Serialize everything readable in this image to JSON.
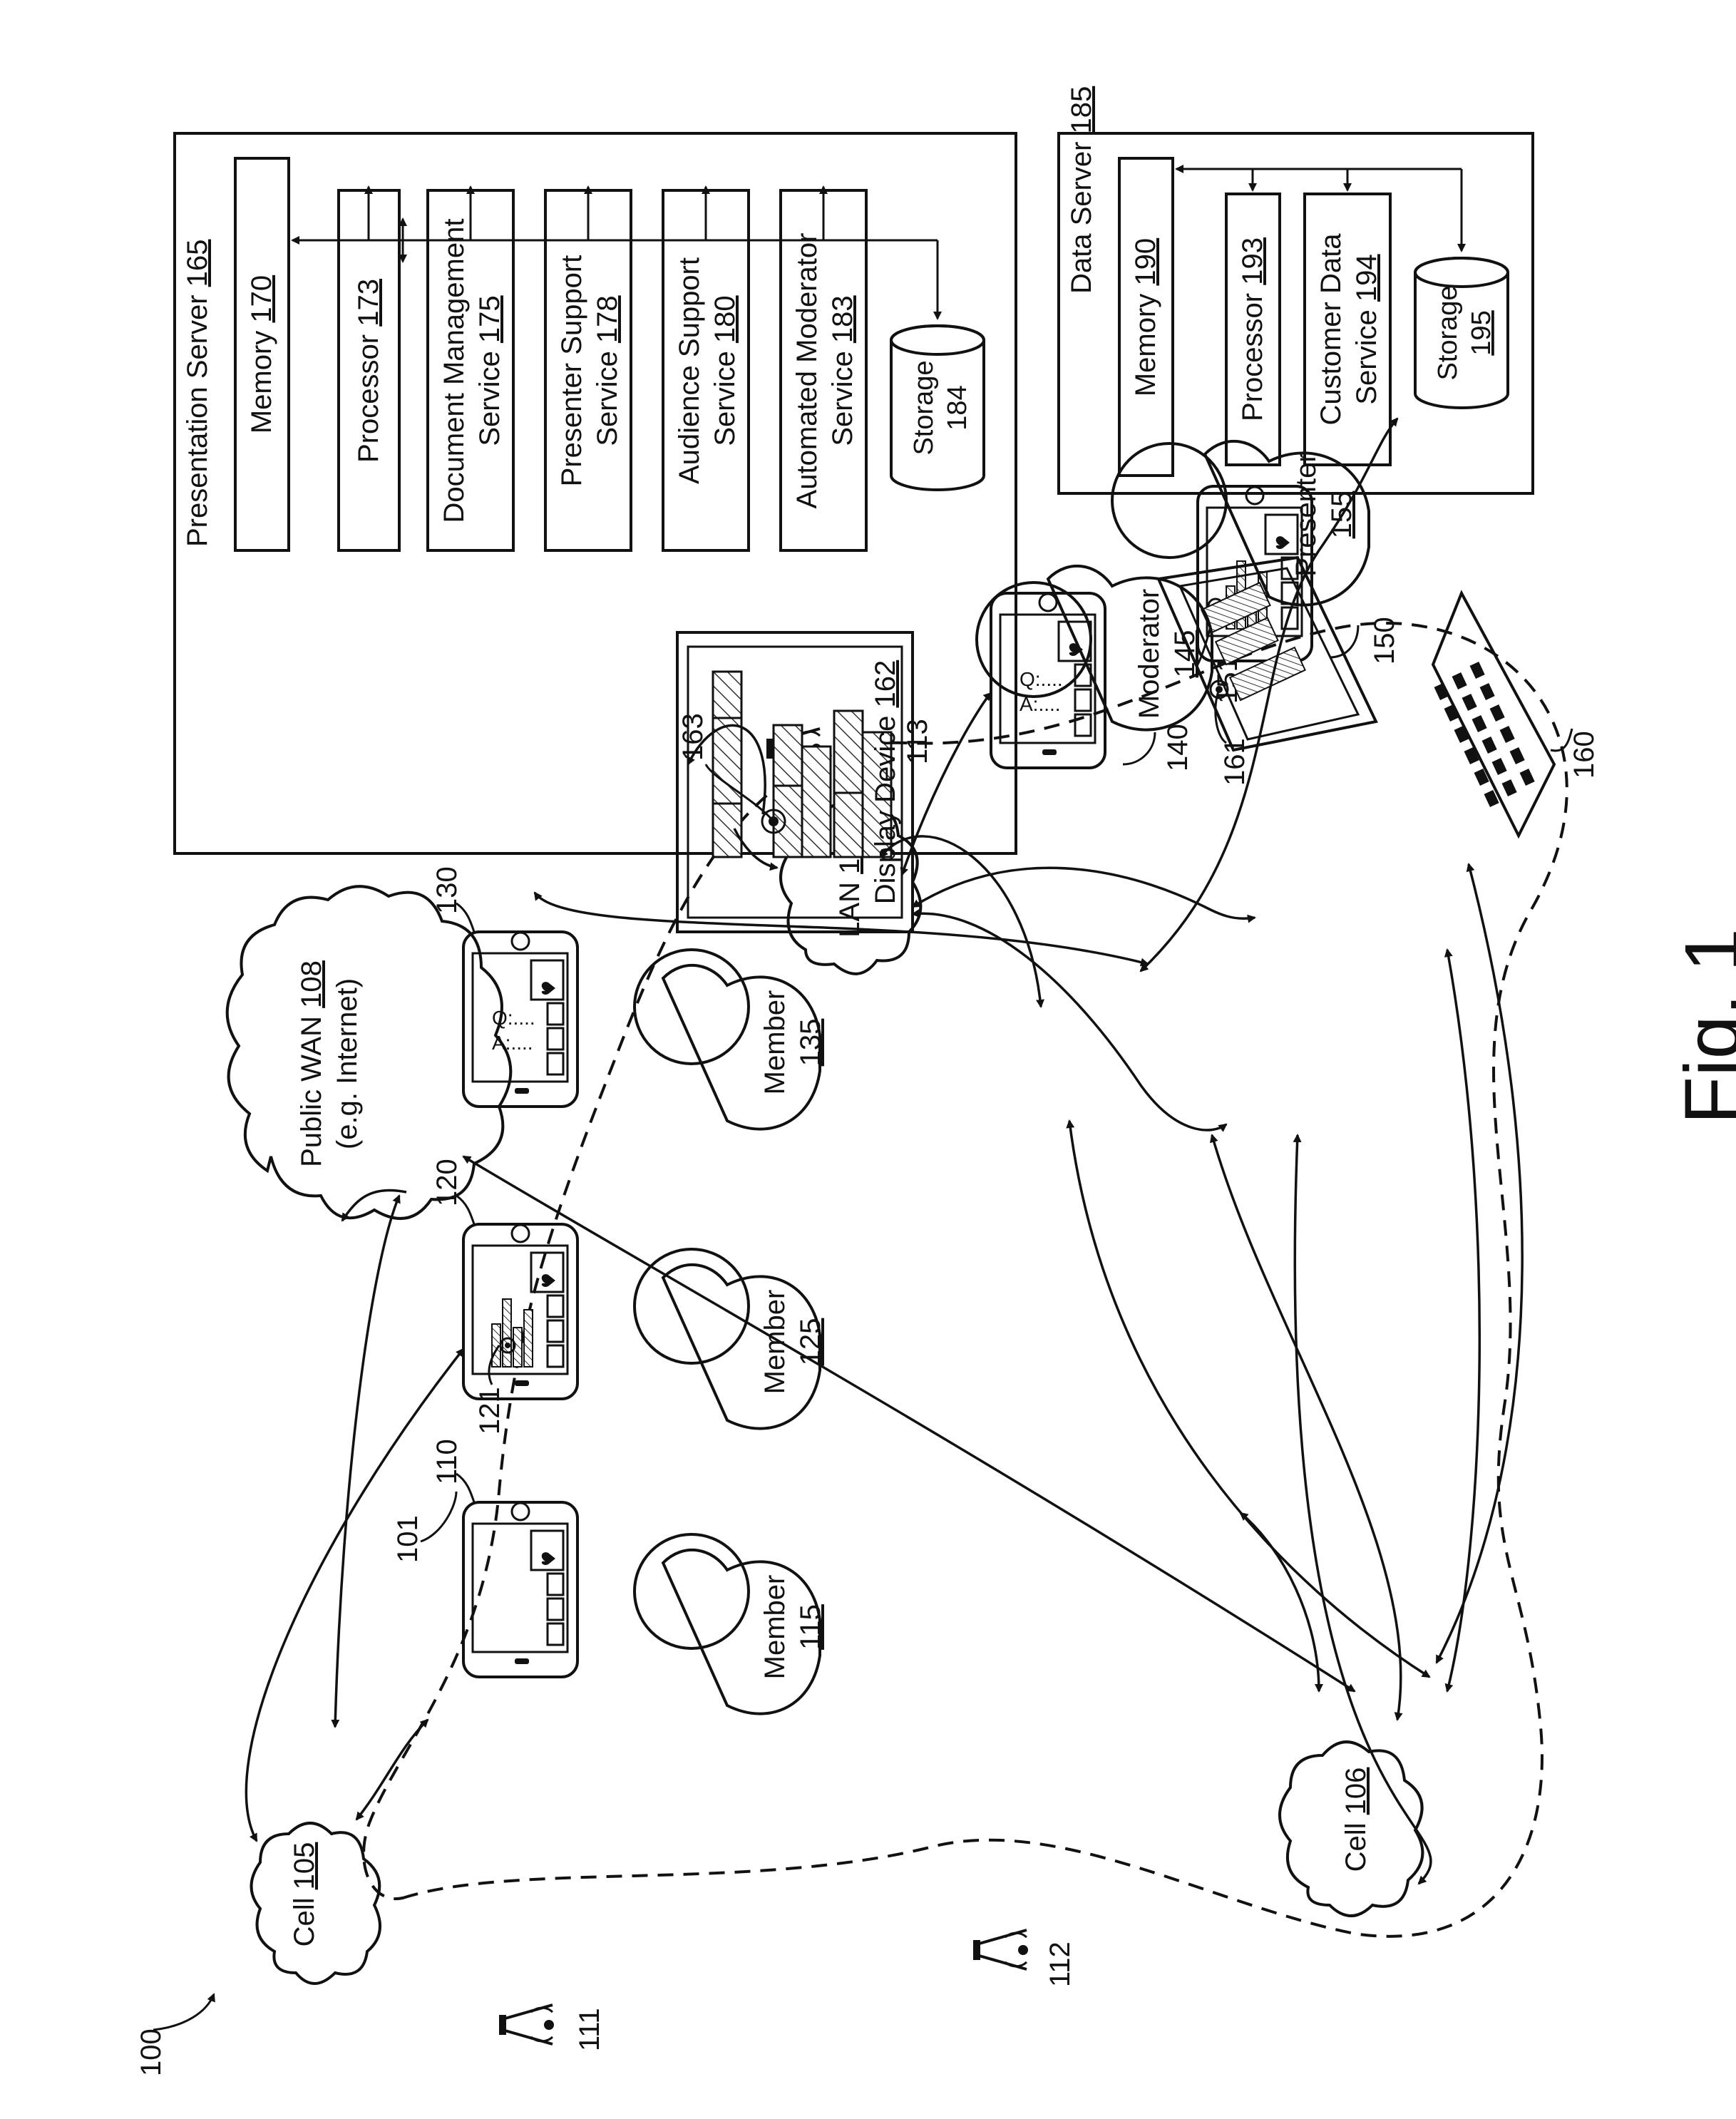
{
  "figure": {
    "caption": "Fig. 1",
    "system_ref": "100",
    "region_ref": "101"
  },
  "presentation_server": {
    "title": "Presentation Server",
    "title_ref": "165",
    "memory": {
      "label": "Memory",
      "ref": "170"
    },
    "processor": {
      "label": "Processor",
      "ref": "173"
    },
    "document_management": {
      "line1": "Document Management",
      "line2": "Service",
      "ref": "175"
    },
    "presenter_support": {
      "line1": "Presenter Support",
      "line2": "Service",
      "ref": "178"
    },
    "audience_support": {
      "line1": "Audience Support",
      "line2": "Service",
      "ref": "180"
    },
    "automated_moderator": {
      "line1": "Automated Moderator",
      "line2": "Service",
      "ref": "183"
    },
    "storage": {
      "label": "Storage",
      "ref": "184"
    }
  },
  "data_server": {
    "title": "Data Server",
    "title_ref": "185",
    "memory": {
      "label": "Memory",
      "ref": "190"
    },
    "processor": {
      "label": "Processor",
      "ref": "193"
    },
    "customer_data": {
      "line1": "Customer Data",
      "line2": "Service",
      "ref": "194"
    },
    "storage": {
      "label": "Storage",
      "ref": "195"
    }
  },
  "networks": {
    "wan": {
      "line1": "Public WAN",
      "ref": "108",
      "line2": "(e.g. Internet)"
    },
    "lan": {
      "label": "LAN",
      "ref": "107"
    },
    "cell_105": {
      "label": "Cell",
      "ref": "105"
    },
    "cell_106": {
      "label": "Cell",
      "ref": "106"
    }
  },
  "towers": [
    "111",
    "112",
    "113"
  ],
  "people": {
    "member_115": {
      "label": "Member",
      "ref": "115"
    },
    "member_125": {
      "label": "Member",
      "ref": "125"
    },
    "member_135": {
      "label": "Member",
      "ref": "135"
    },
    "moderator_145": {
      "label": "Moderator",
      "ref": "145"
    },
    "presenter_155": {
      "label": "Presenter",
      "ref": "155"
    }
  },
  "devices": {
    "phone_110": {
      "ref": "110"
    },
    "phone_120": {
      "ref": "120",
      "pointer_ref": "121"
    },
    "phone_130": {
      "ref": "130",
      "q": "Q:....",
      "a": "A:...."
    },
    "phone_140": {
      "ref": "140",
      "q": "Q:....",
      "a": "A:...."
    },
    "phone_150": {
      "ref": "150",
      "pointer_ref": "151"
    },
    "display_162": {
      "label": "Display Device",
      "ref": "162",
      "pointer_ref": "163"
    },
    "laptop_160": {
      "ref": "160",
      "pointer_ref": "161"
    }
  },
  "colors": {
    "ink": "#111111",
    "hatch": "#333333",
    "paper": "#ffffff"
  }
}
